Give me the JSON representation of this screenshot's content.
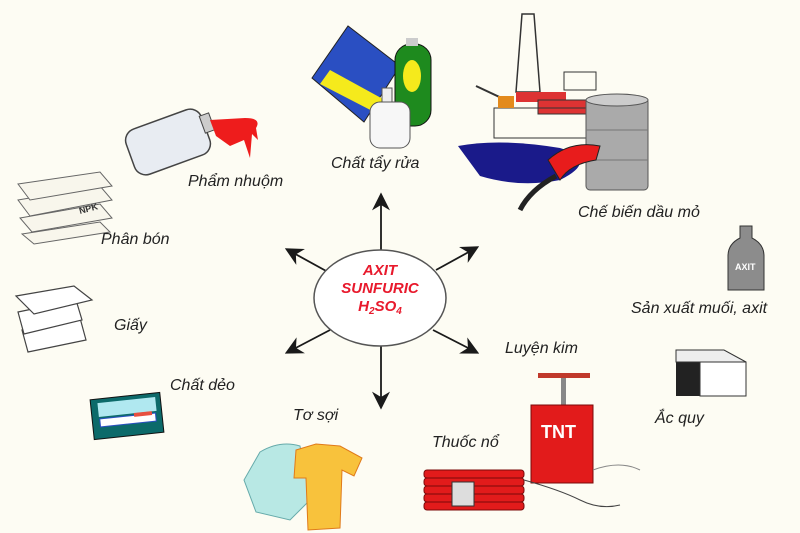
{
  "center": {
    "line1": "AXIT",
    "line2": "SUNFURIC",
    "formula": {
      "h": "H",
      "h_sub": "2",
      "so": "SO",
      "o_sub": "4"
    }
  },
  "applications": [
    {
      "label": "Phẩm nhuộm",
      "icon": "dye-bottle-icon"
    },
    {
      "label": "Chất tẩy rửa",
      "icon": "detergent-icon"
    },
    {
      "label": "Chế biến dầu mỏ",
      "icon": "oil-rig-icon"
    },
    {
      "label": "Phân bón",
      "icon": "fertilizer-bags-icon",
      "bag_text": "NPK"
    },
    {
      "label": "Sản xuất muối, axit",
      "icon": "acid-bottle-icon",
      "bottle_text": "AXIT"
    },
    {
      "label": "Giấy",
      "icon": "paper-stack-icon"
    },
    {
      "label": "Luyện kim",
      "icon": "metallurgy-icon"
    },
    {
      "label": "Ắc quy",
      "icon": "battery-icon"
    },
    {
      "label": "Chất dẻo",
      "icon": "plastic-case-icon"
    },
    {
      "label": "Tơ sợi",
      "icon": "clothes-icon"
    },
    {
      "label": "Thuốc nổ",
      "icon": "dynamite-icon",
      "box_text": "TNT"
    }
  ],
  "colors": {
    "center_text": "#e8192c",
    "arrow": "#1a1a1a",
    "background": "#fdfcf3"
  }
}
